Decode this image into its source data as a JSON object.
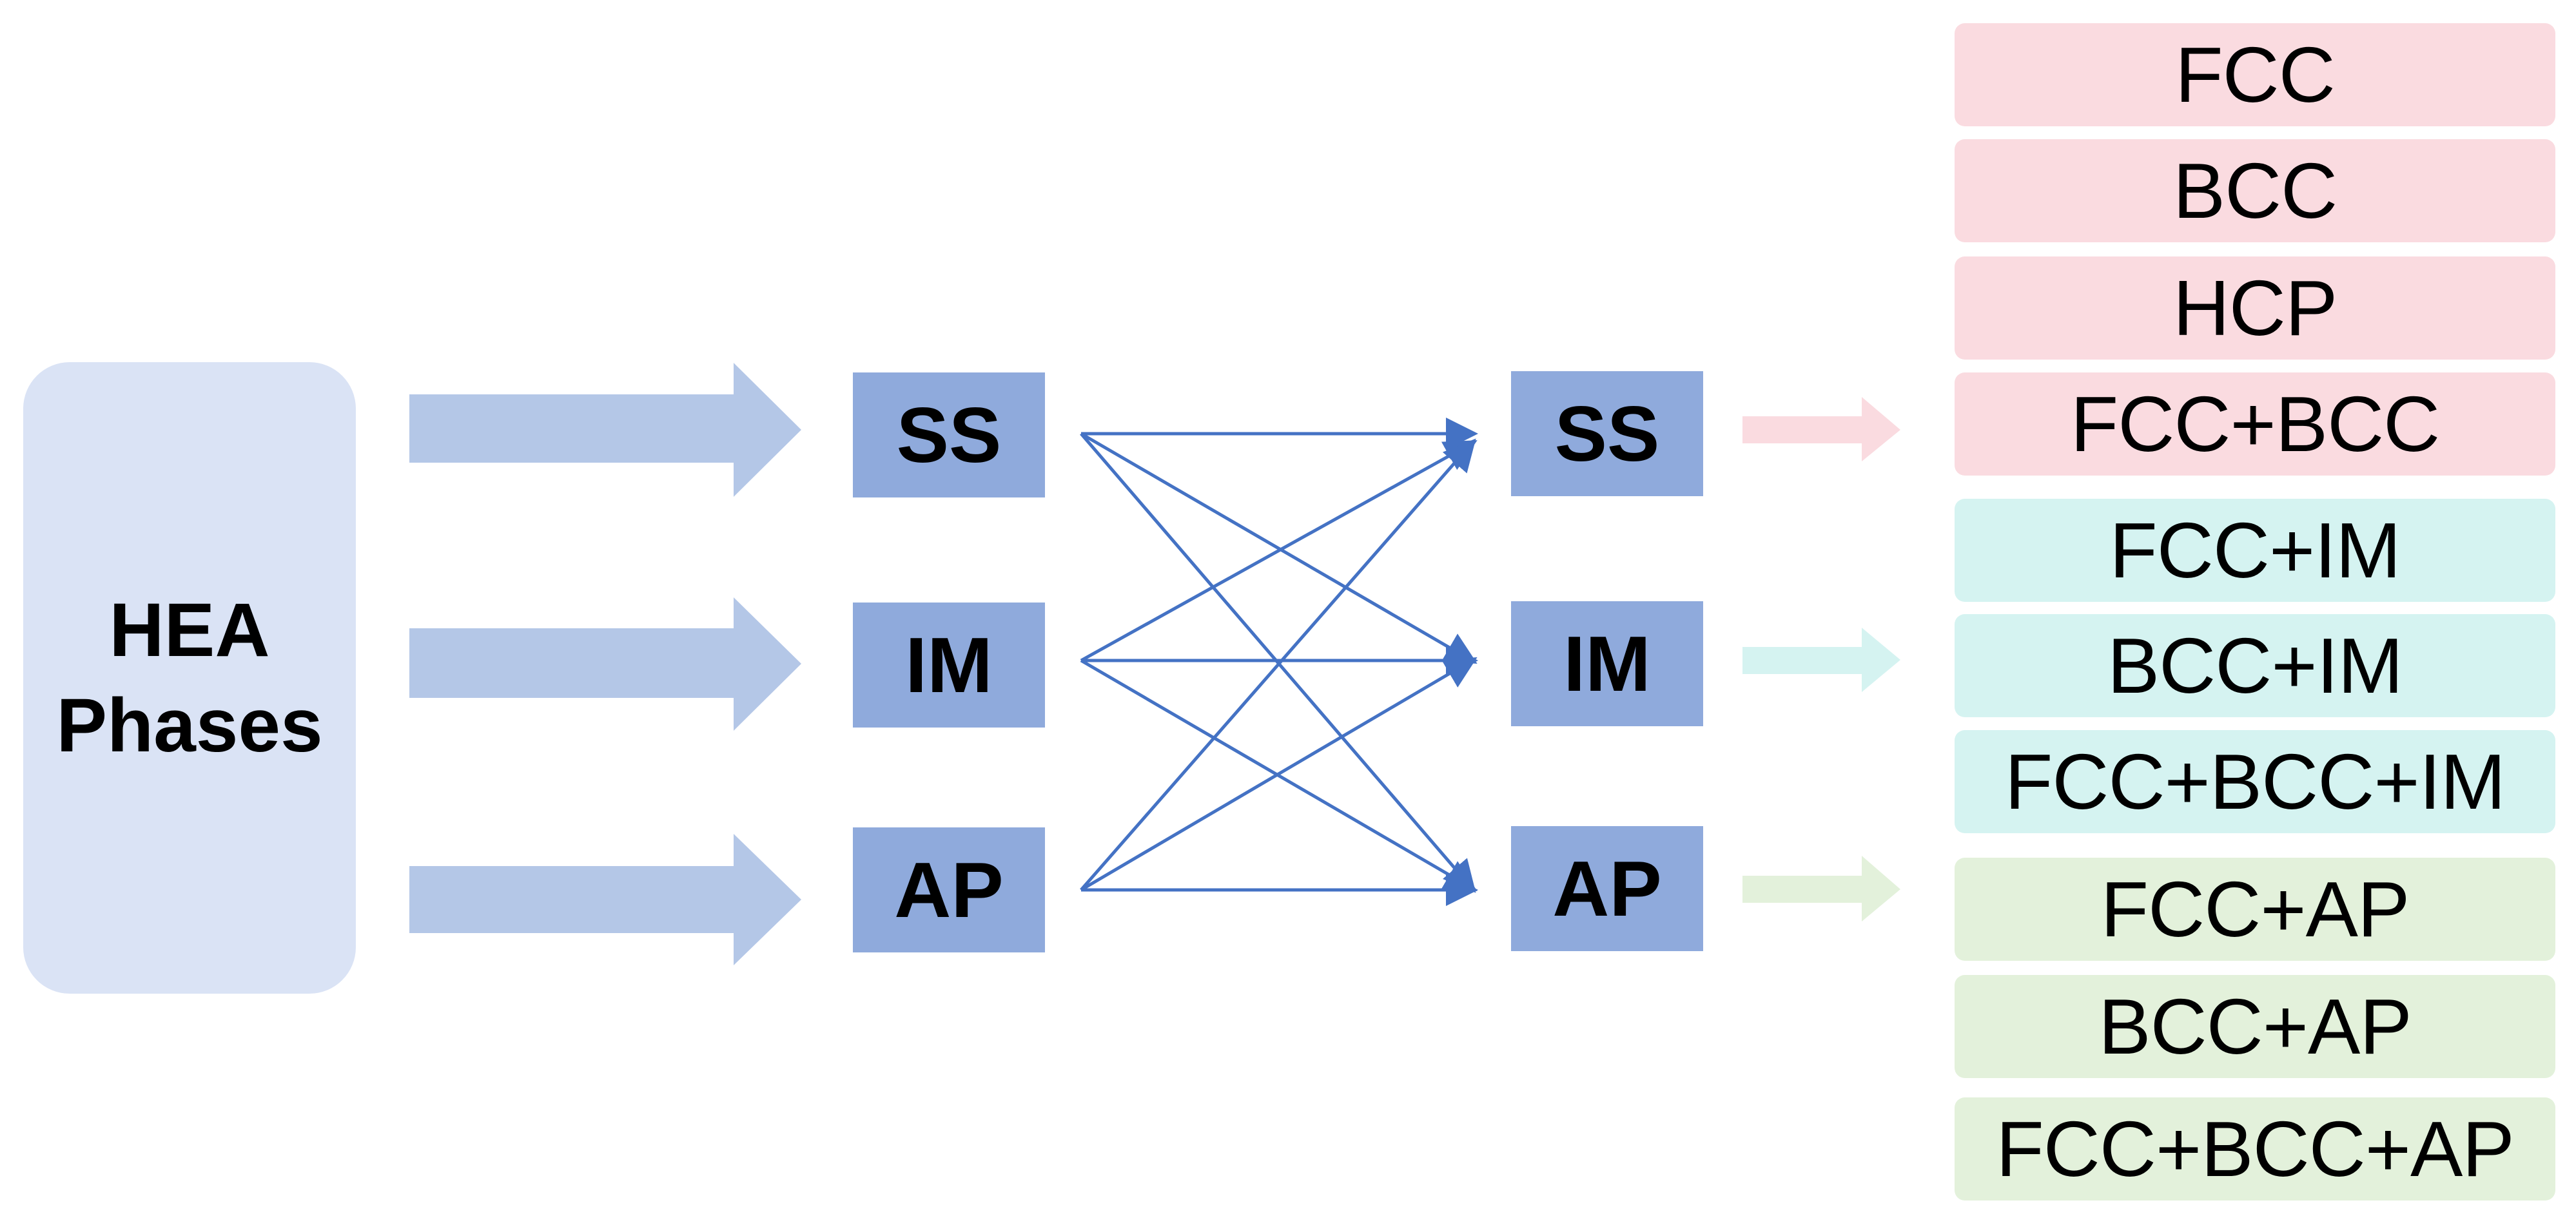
{
  "source": {
    "label": "HEA\nPhases"
  },
  "categories": [
    {
      "id": "ss",
      "label": "SS"
    },
    {
      "id": "im",
      "label": "IM"
    },
    {
      "id": "ap",
      "label": "AP"
    }
  ],
  "colors": {
    "source_fill": "#dae3f5",
    "block_arrow": "#b4c7e7",
    "node_fill": "#8faadc",
    "connector": "#4472c4",
    "group_ss_fill": "#fadbe0",
    "group_ss_arrow": "#fadbe0",
    "group_im_fill": "#d5f3f1",
    "group_im_arrow": "#d5f3f1",
    "group_ap_fill": "#e3f1db",
    "group_ap_arrow": "#e3f1db"
  },
  "phase_groups": [
    {
      "id": "ss",
      "phases": [
        "FCC",
        "BCC",
        "HCP",
        "FCC+BCC"
      ]
    },
    {
      "id": "im",
      "phases": [
        "FCC+IM",
        "BCC+IM",
        "FCC+BCC+IM"
      ]
    },
    {
      "id": "ap",
      "phases": [
        "FCC+AP",
        "BCC+AP",
        "FCC+BCC+AP"
      ]
    }
  ]
}
